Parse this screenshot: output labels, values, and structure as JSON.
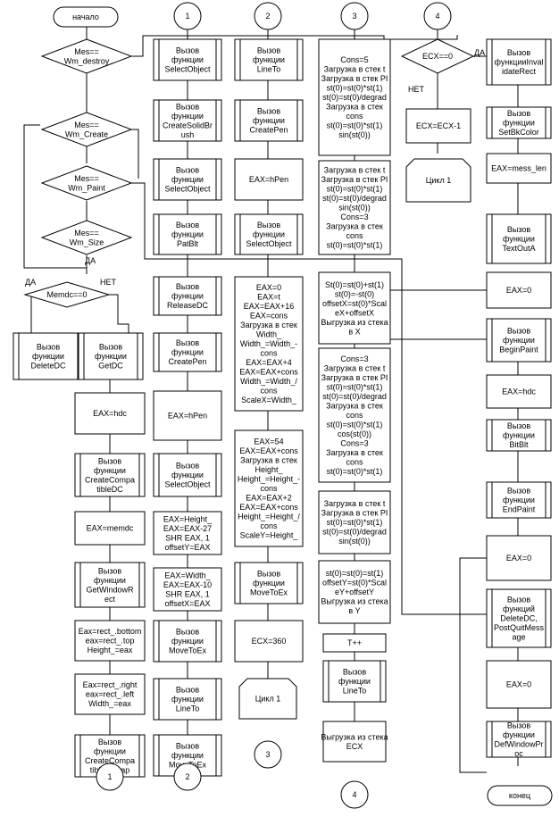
{
  "labels": {
    "start": "начало",
    "end": "конец",
    "yes": "ДА",
    "no": "НЕТ"
  },
  "decisions": {
    "mes_destroy": [
      "Mes==",
      "Wm_destroy"
    ],
    "mes_create": [
      "Mes==",
      "Wm_Create"
    ],
    "mes_paint": [
      "Mes==",
      "Wm_Paint"
    ],
    "mes_size": [
      "Mes==",
      "Wm_Size"
    ],
    "memdc": [
      "Memdc==0"
    ],
    "ecx_zero": [
      "ECX==0"
    ]
  },
  "col1": {
    "delete_dc": [
      "Вызов",
      "функции",
      "DeleteDC"
    ],
    "get_dc": [
      "Вызов",
      "функции",
      "GetDC"
    ],
    "eax_hdc": [
      "EAX=hdc"
    ],
    "create_compat_dc": [
      "Вызов",
      "функции",
      "CreateCompa",
      "tibleDC"
    ],
    "eax_memdc": [
      "EAX=memdc"
    ],
    "get_window_rect": [
      "Вызов",
      "функции",
      "GetWindowR",
      "ect"
    ],
    "eax_bottom": [
      "Eax=rect_.bottom",
      "eax=rect_.top",
      "Height_=eax"
    ],
    "eax_right": [
      "Eax=rect_.right",
      "eax=rect_.left",
      "Width_=eax"
    ],
    "create_compat_bitmap": [
      "Вызов",
      "функции",
      "CreateCompa",
      "tibleBitmap"
    ]
  },
  "col2": {
    "select_object": [
      "Вызов",
      "функции",
      "SelectObject"
    ],
    "create_solid_brush": [
      "Вызов",
      "функции",
      "CreateSolidBr",
      "ush"
    ],
    "select_object_2": [
      "Вызов",
      "функции",
      "SelectObject"
    ],
    "patblt": [
      "Вызов",
      "функции",
      "PatBlt"
    ],
    "release_dc": [
      "Вызов",
      "функции",
      "ReleaseDC"
    ],
    "create_pen": [
      "Вызов",
      "функции",
      "CreatePen"
    ],
    "eax_hpen": [
      "EAX=hPen"
    ],
    "select_object_3": [
      "Вызов",
      "функции",
      "SelectObject"
    ],
    "eax_height": [
      "EAX=Height_",
      "EAX=EAX-27",
      "SHR EAX, 1",
      "offsetY=EAX"
    ],
    "eax_width": [
      "EAX=Width_",
      "EAX=EAX-10",
      "SHR EAX, 1",
      "offsetX=EAX"
    ],
    "move_to_ex": [
      "Вызов",
      "функции",
      "MoveToEx"
    ],
    "line_to": [
      "Вызов",
      "функции",
      "LineTo"
    ],
    "move_to_ex_2": [
      "Вызов",
      "функции",
      "MoveToEx"
    ]
  },
  "col3": {
    "line_to": [
      "Вызов",
      "функции",
      "LineTo"
    ],
    "create_pen": [
      "Вызов",
      "функции",
      "CreatePen"
    ],
    "eax_hpen": [
      "EAX=hPen"
    ],
    "select_object": [
      "Вызов",
      "функции",
      "SelectObject"
    ],
    "scale_x_block": [
      "EAX=0",
      "EAX=t",
      "EAX=EAX+16",
      "EAX=cons",
      "Загрузка в стек",
      "Width_",
      "Width_=Width_-",
      "cons",
      "EAX=EAX+4",
      "EAX=EAX+cons",
      "Width_=Width_/",
      "cons",
      "ScaleX=Width_"
    ],
    "scale_y_block": [
      "EAX=54",
      "EAX=EAX+cons",
      "Загрузка в стек",
      "Height_",
      "Height_=Height_-",
      "cons",
      "EAX=EAX+2",
      "EAX=EAX+cons",
      "Height_=Height_/",
      "cons",
      "ScaleY=Height_"
    ],
    "move_to_ex": [
      "Вызов",
      "функции",
      "MoveToEx"
    ],
    "ecx_360": [
      "ECX=360"
    ],
    "cycle_1": [
      "Цикл 1"
    ]
  },
  "col4": {
    "block_a": [
      "Cons=5",
      "Загрузка в стек t",
      "Загрузка в стек PI",
      "st(0)=st(0)*st(1)",
      "st(0)=st(0)/degrad",
      "Загрузка в стек",
      "cons",
      "st(0)=st(0)*st(1)",
      "sin(st(0))"
    ],
    "block_b": [
      "Загрузка в стек t",
      "Загрузка в стек PI",
      "st(0)=st(0)*st(1)",
      "st(0)=st(0)/degrad",
      "sin(st(0))",
      "Cons=3",
      "Загрузка в стек",
      "cons",
      "st(0)=st(0)*st(1)"
    ],
    "block_c": [
      "St(0)=st(0)+st(1)",
      "st(0)=-st(0)",
      "offsetX=st(0)*Scal",
      "eX+offsetX",
      "Выгрузка из стека",
      "в X"
    ],
    "block_d": [
      "Cons=3",
      "Загрузка в стек t",
      "Загрузка в стек PI",
      "st(0)=st(0)*st(1)",
      "st(0)=st(0)/degrad",
      "Загрузка в стек",
      "cons",
      "st(0)=st(0)*st(1)",
      "cos(st(0))",
      "Cons=3",
      "Загрузка в стек",
      "cons",
      "st(0)=st(0)*st(1)"
    ],
    "block_e": [
      "Загрузка в стек t",
      "Загрузка в стек PI",
      "st(0)=st(0)*st(1)",
      "st(0)=st(0)/degrad",
      "sin(st(0))"
    ],
    "block_f": [
      "st(0)=st(0)=st(1)",
      "offsetY=st(0)*Scal",
      "eY+offsetY",
      "Выгрузка из стека",
      "в Y"
    ],
    "t_inc": [
      "T++"
    ],
    "line_to": [
      "Вызов",
      "функции",
      "LineTo"
    ],
    "pop_ecx": [
      "Выгрузка из стека",
      "ECX"
    ]
  },
  "col5": {
    "ecx_dec": [
      "ECX=ECX-1"
    ],
    "cycle_1": [
      "Цикл 1"
    ]
  },
  "col6": {
    "invalidate_rect": [
      "Вызов",
      "функцииInval",
      "idateRect"
    ],
    "set_bk_color": [
      "Вызов",
      "функции",
      "SetBkColor"
    ],
    "eax_mess_len": [
      "EAX=mess_len"
    ],
    "text_out": [
      "Вызов",
      "функции",
      "TextOutA"
    ],
    "eax_0_a": [
      "EAX=0"
    ],
    "begin_paint": [
      "Вызов",
      "функции",
      "BeginPaint"
    ],
    "eax_hdc": [
      "EAX=hdc"
    ],
    "bitblt": [
      "Вызов",
      "функции",
      "BitBlt"
    ],
    "end_paint": [
      "Вызов",
      "функции",
      "EndPaint"
    ],
    "eax_0_b": [
      "EAX=0"
    ],
    "delete_dc_quit": [
      "Вызов",
      "функций",
      "DeleteDC,",
      "PostQuitMess",
      "age"
    ],
    "eax_0_c": [
      "EAX=0"
    ],
    "def_window_proc": [
      "Вызов",
      "функции",
      "DefWindowPr",
      "oc"
    ]
  },
  "connectors": [
    "1",
    "2",
    "3",
    "4"
  ]
}
